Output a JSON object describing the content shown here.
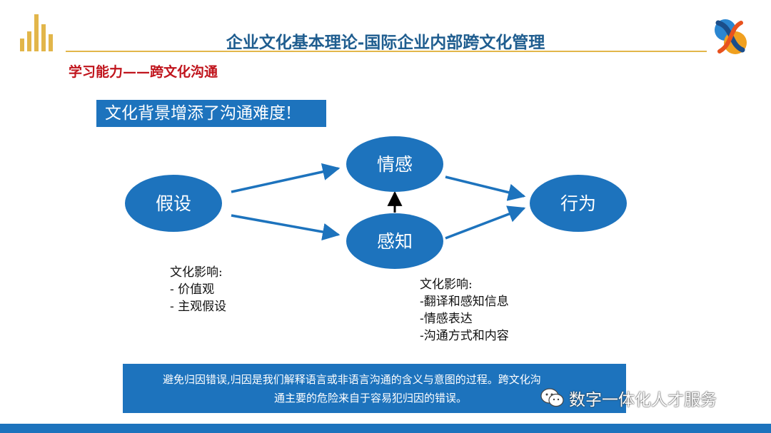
{
  "header": {
    "title": "企业文化基本理论-国际企业内部跨文化管理",
    "accent_color": "#e2b64a",
    "title_color": "#1f5d8f"
  },
  "subtitle": "学习能力——跨文化沟通",
  "callout_top": "文化背景增添了沟通难度!",
  "nodes": {
    "assumption": "假设",
    "emotion": "情感",
    "perception": "感知",
    "behavior": "行为"
  },
  "notes_left": {
    "heading": "文化影响:",
    "items": [
      "- 价值观",
      "- 主观假设"
    ]
  },
  "notes_right": {
    "heading": "文化影响:",
    "items": [
      "-翻译和感知信息",
      "-情感表达",
      "-沟通方式和内容"
    ]
  },
  "bottom_box": {
    "line1": "避免归因错误,归因是我们解释语言或非语言沟通的含义与意图的过程。跨文化沟",
    "line2": "通主要的危险来自于容易犯归因的错误。"
  },
  "watermark": {
    "text": "数字一体化人才服务",
    "icon": "wechat-icon"
  },
  "colors": {
    "node_fill": "#1d73bd",
    "arrow": "#1d73bd",
    "box": "#1d73bd",
    "subtitle": "#c0141c"
  },
  "icons": {
    "left_logo": "bar-chart-logo-icon",
    "right_logo": "brand-logo-icon"
  }
}
